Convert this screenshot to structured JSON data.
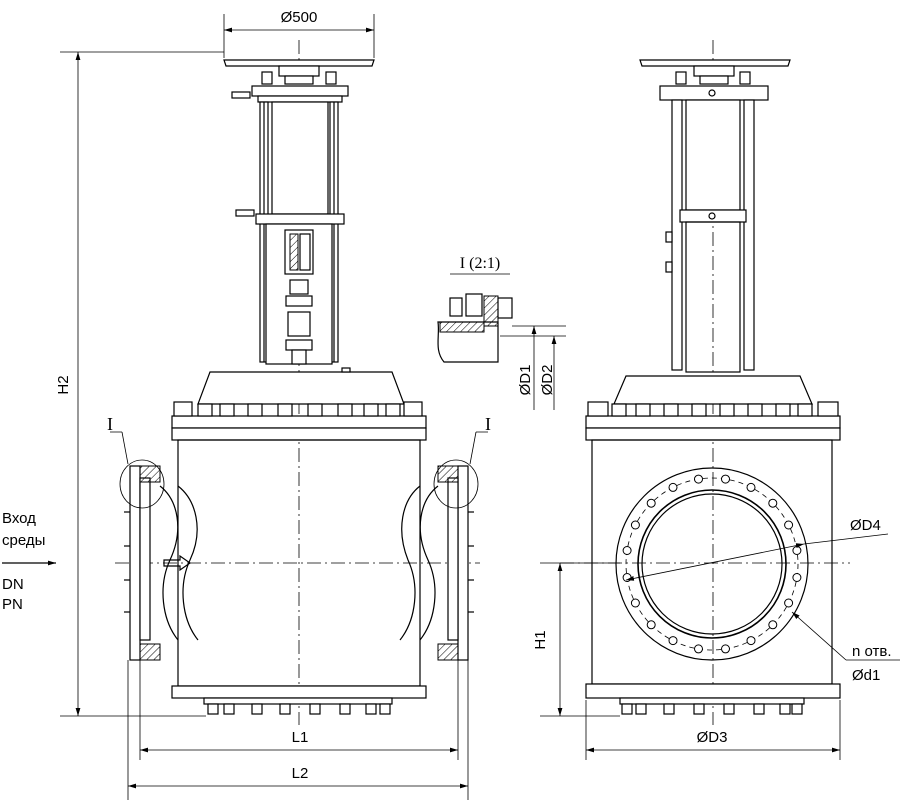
{
  "labels": {
    "handwheel_dia": "Ø500",
    "h2": "H2",
    "h1": "H1",
    "l1": "L1",
    "l2": "L2",
    "d3": "ØD3",
    "d4": "ØD4",
    "d1": "ØD1",
    "d2": "ØD2",
    "holes_count": "n отв.",
    "hole_dia": "Ød1",
    "detail_mark_left": "I",
    "detail_mark_right": "I",
    "detail_title": "I (2:1)",
    "flow_in_line1": "Вход",
    "flow_in_line2": "среды",
    "dn": "DN",
    "pn": "PN"
  }
}
